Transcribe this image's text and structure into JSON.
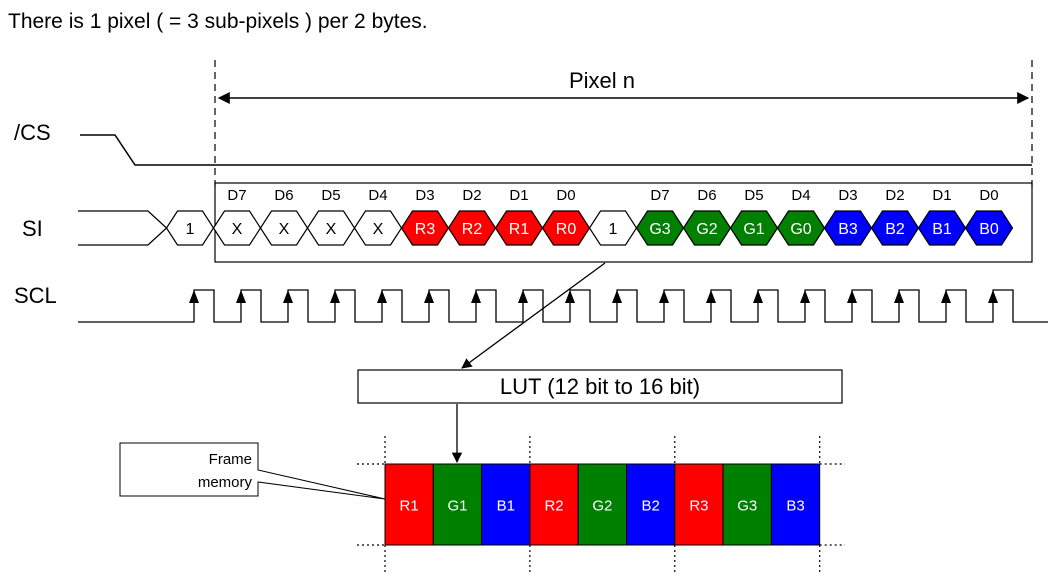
{
  "caption": "There is 1 pixel ( = 3 sub-pixels ) per 2 bytes.",
  "pixel_label": "Pixel n",
  "signals": {
    "cs": "/CS",
    "si": "SI",
    "scl": "SCL"
  },
  "byte1": {
    "dc_bit": "1",
    "bit_labels": [
      "D7",
      "D6",
      "D5",
      "D4",
      "D3",
      "D2",
      "D1",
      "D0"
    ],
    "cells": [
      {
        "text": "X",
        "color": "#ffffff"
      },
      {
        "text": "X",
        "color": "#ffffff"
      },
      {
        "text": "X",
        "color": "#ffffff"
      },
      {
        "text": "X",
        "color": "#ffffff"
      },
      {
        "text": "R3",
        "color": "#ff0000"
      },
      {
        "text": "R2",
        "color": "#ff0000"
      },
      {
        "text": "R1",
        "color": "#ff0000"
      },
      {
        "text": "R0",
        "color": "#ff0000"
      }
    ]
  },
  "byte2": {
    "dc_bit": "1",
    "bit_labels": [
      "D7",
      "D6",
      "D5",
      "D4",
      "D3",
      "D2",
      "D1",
      "D0"
    ],
    "cells": [
      {
        "text": "G3",
        "color": "#008000"
      },
      {
        "text": "G2",
        "color": "#008000"
      },
      {
        "text": "G1",
        "color": "#008000"
      },
      {
        "text": "G0",
        "color": "#008000"
      },
      {
        "text": "B3",
        "color": "#0000ff"
      },
      {
        "text": "B2",
        "color": "#0000ff"
      },
      {
        "text": "B1",
        "color": "#0000ff"
      },
      {
        "text": "B0",
        "color": "#0000ff"
      }
    ]
  },
  "lut_label": "LUT (12 bit to 16 bit)",
  "frame_memory_label": [
    "Frame",
    "memory"
  ],
  "memory_cells": [
    {
      "text": "R1",
      "color": "#ff0000"
    },
    {
      "text": "G1",
      "color": "#008000"
    },
    {
      "text": "B1",
      "color": "#0000ff"
    },
    {
      "text": "R2",
      "color": "#ff0000"
    },
    {
      "text": "G2",
      "color": "#008000"
    },
    {
      "text": "B2",
      "color": "#0000ff"
    },
    {
      "text": "R3",
      "color": "#ff0000"
    },
    {
      "text": "G3",
      "color": "#008000"
    },
    {
      "text": "B3",
      "color": "#0000ff"
    }
  ]
}
